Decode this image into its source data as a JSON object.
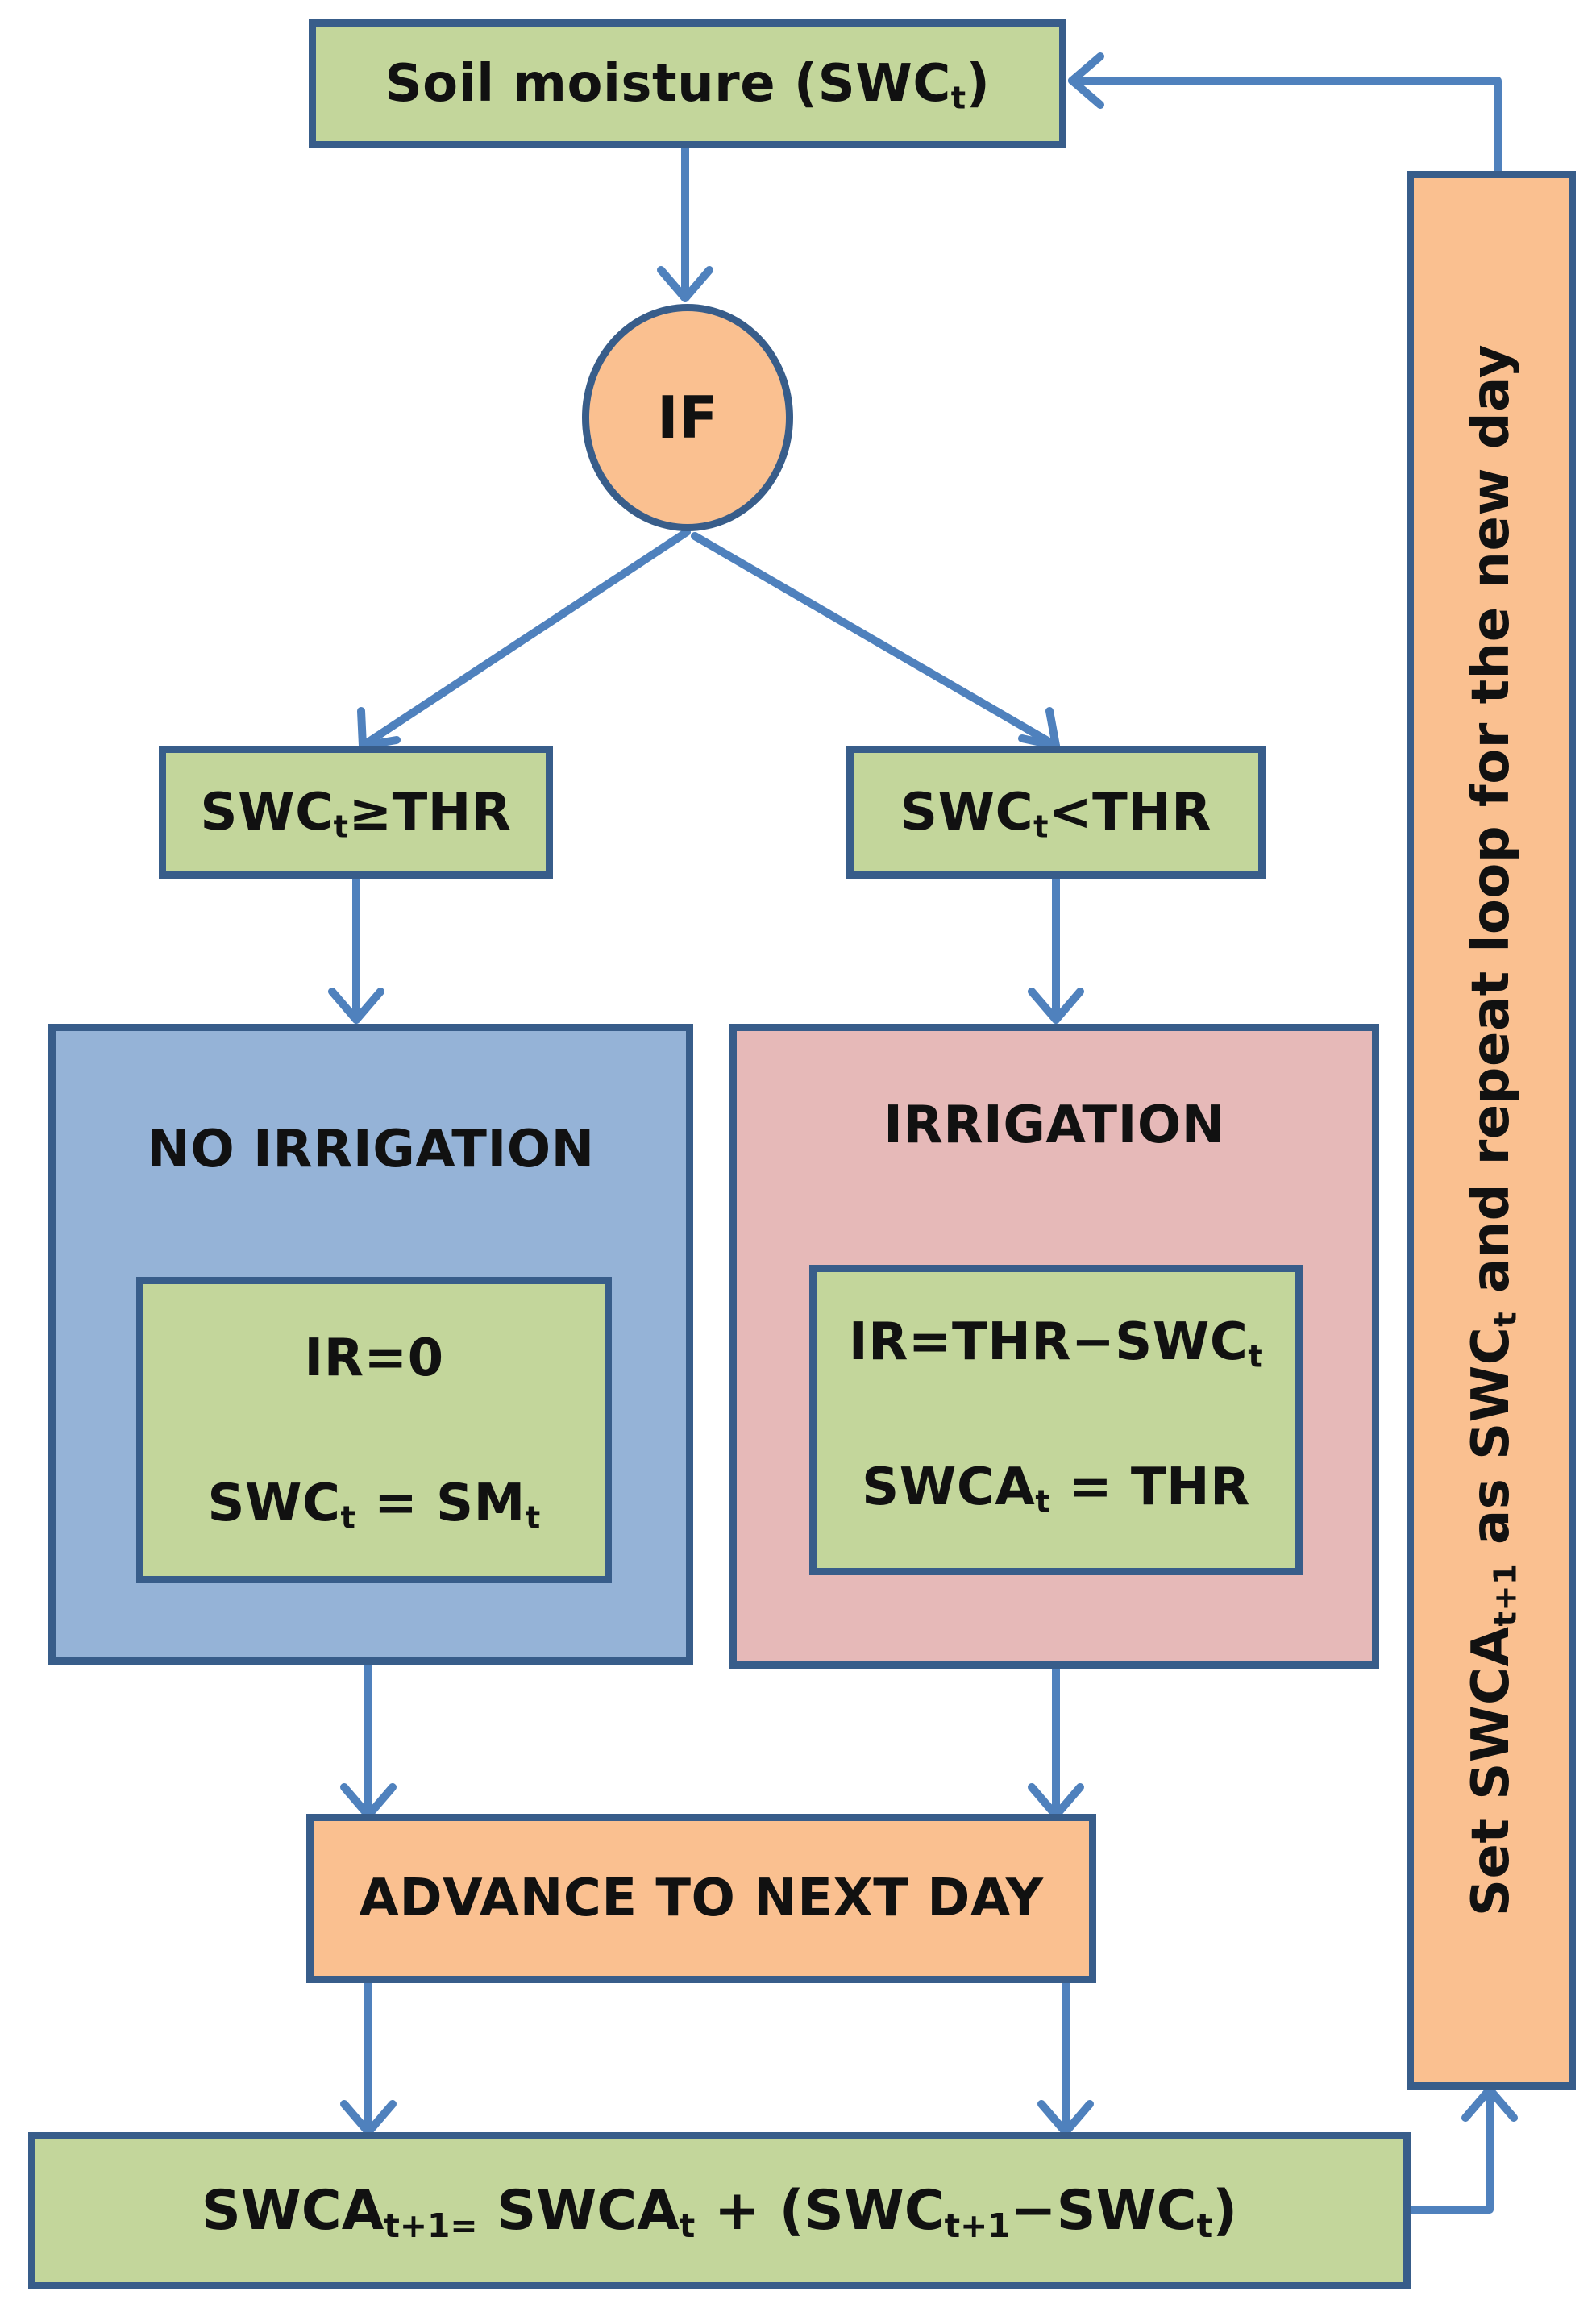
{
  "soil_moisture": {
    "label": "Soil moisture (SWC",
    "sub": "t",
    "tail": ")"
  },
  "if_node": {
    "label": "IF"
  },
  "cond_ge": {
    "pre": "SWC",
    "sub": "t",
    "post": "≥THR"
  },
  "cond_lt": {
    "pre": "SWC",
    "sub": "t",
    "post": "<THR"
  },
  "no_irrigation": {
    "title": "NO IRRIGATION",
    "line1": "IR=0",
    "line2_pre": "SWC",
    "line2_sub1": "t",
    "line2_mid": " = SM",
    "line2_sub2": "t"
  },
  "irrigation": {
    "title": "IRRIGATION",
    "line1_pre": "IR=THR−SWC",
    "line1_sub": "t",
    "line2_pre": "SWCA",
    "line2_sub": "t",
    "line2_post": " = THR"
  },
  "advance": {
    "label": "ADVANCE TO NEXT DAY"
  },
  "update": {
    "a": "SWCA",
    "a_sub": "t+1=",
    "b": " SWCA",
    "b_sub": "t",
    "c": " + (SWC",
    "c_sub": "t+1",
    "d": "−SWC",
    "d_sub": "t",
    "e": ")"
  },
  "loop": {
    "pre": "Set SWCA",
    "sub1": "t+1",
    "mid": " as SWC",
    "sub2": "t",
    "post": " and repeat loop for the new day"
  },
  "colors": {
    "green": "#c3d69b",
    "orange": "#fac090",
    "blue": "#95b3d7",
    "pink": "#e6b9b8",
    "border": "#385d8a",
    "arrow": "#4f81bd"
  }
}
